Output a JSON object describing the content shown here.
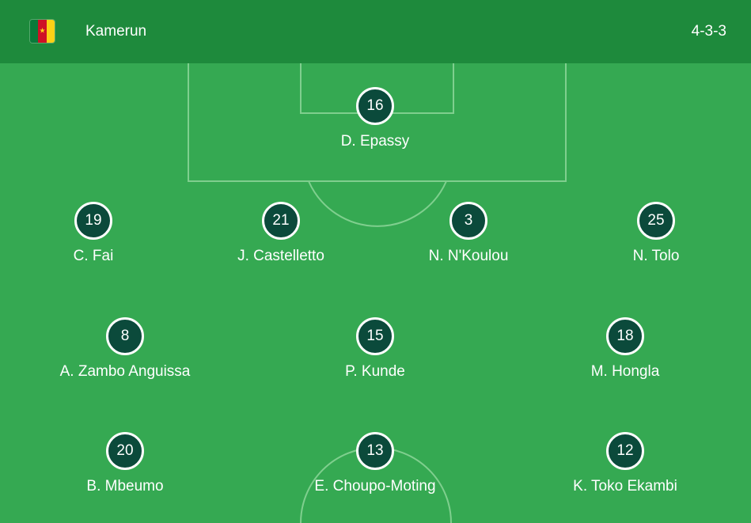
{
  "team": {
    "name": "Kamerun",
    "formation": "4-3-3",
    "flag_icon": "cameroon-flag-icon",
    "flag_colors": [
      "#0a7a3a",
      "#ce1126",
      "#fcd116"
    ]
  },
  "colors": {
    "header": "#1e8a3c",
    "pitch": "#35a952",
    "player_circle": "#0b4a3b",
    "pitch_lines": "#7fcf8e"
  },
  "players": [
    {
      "number": "16",
      "name": "D. Epassy"
    },
    {
      "number": "19",
      "name": "C. Fai"
    },
    {
      "number": "21",
      "name": "J. Castelletto"
    },
    {
      "number": "3",
      "name": "N. N'Koulou"
    },
    {
      "number": "25",
      "name": "N. Tolo"
    },
    {
      "number": "8",
      "name": "A. Zambo Anguissa"
    },
    {
      "number": "15",
      "name": "P. Kunde"
    },
    {
      "number": "18",
      "name": "M. Hongla"
    },
    {
      "number": "20",
      "name": "B. Mbeumo"
    },
    {
      "number": "13",
      "name": "E. Choupo-Moting"
    },
    {
      "number": "12",
      "name": "K. Toko Ekambi"
    }
  ]
}
